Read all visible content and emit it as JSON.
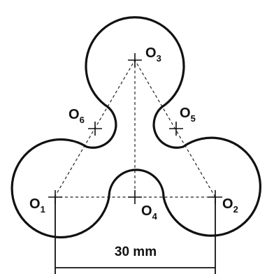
{
  "diagram": {
    "centers": [
      {
        "id": "O1",
        "letter": "O",
        "index": "1"
      },
      {
        "id": "O2",
        "letter": "O",
        "index": "2"
      },
      {
        "id": "O3",
        "letter": "O",
        "index": "3"
      },
      {
        "id": "O4",
        "letter": "O",
        "index": "4"
      },
      {
        "id": "O5",
        "letter": "O",
        "index": "5"
      },
      {
        "id": "O6",
        "letter": "O",
        "index": "6"
      }
    ],
    "dimension": {
      "text": "30 mm"
    }
  }
}
